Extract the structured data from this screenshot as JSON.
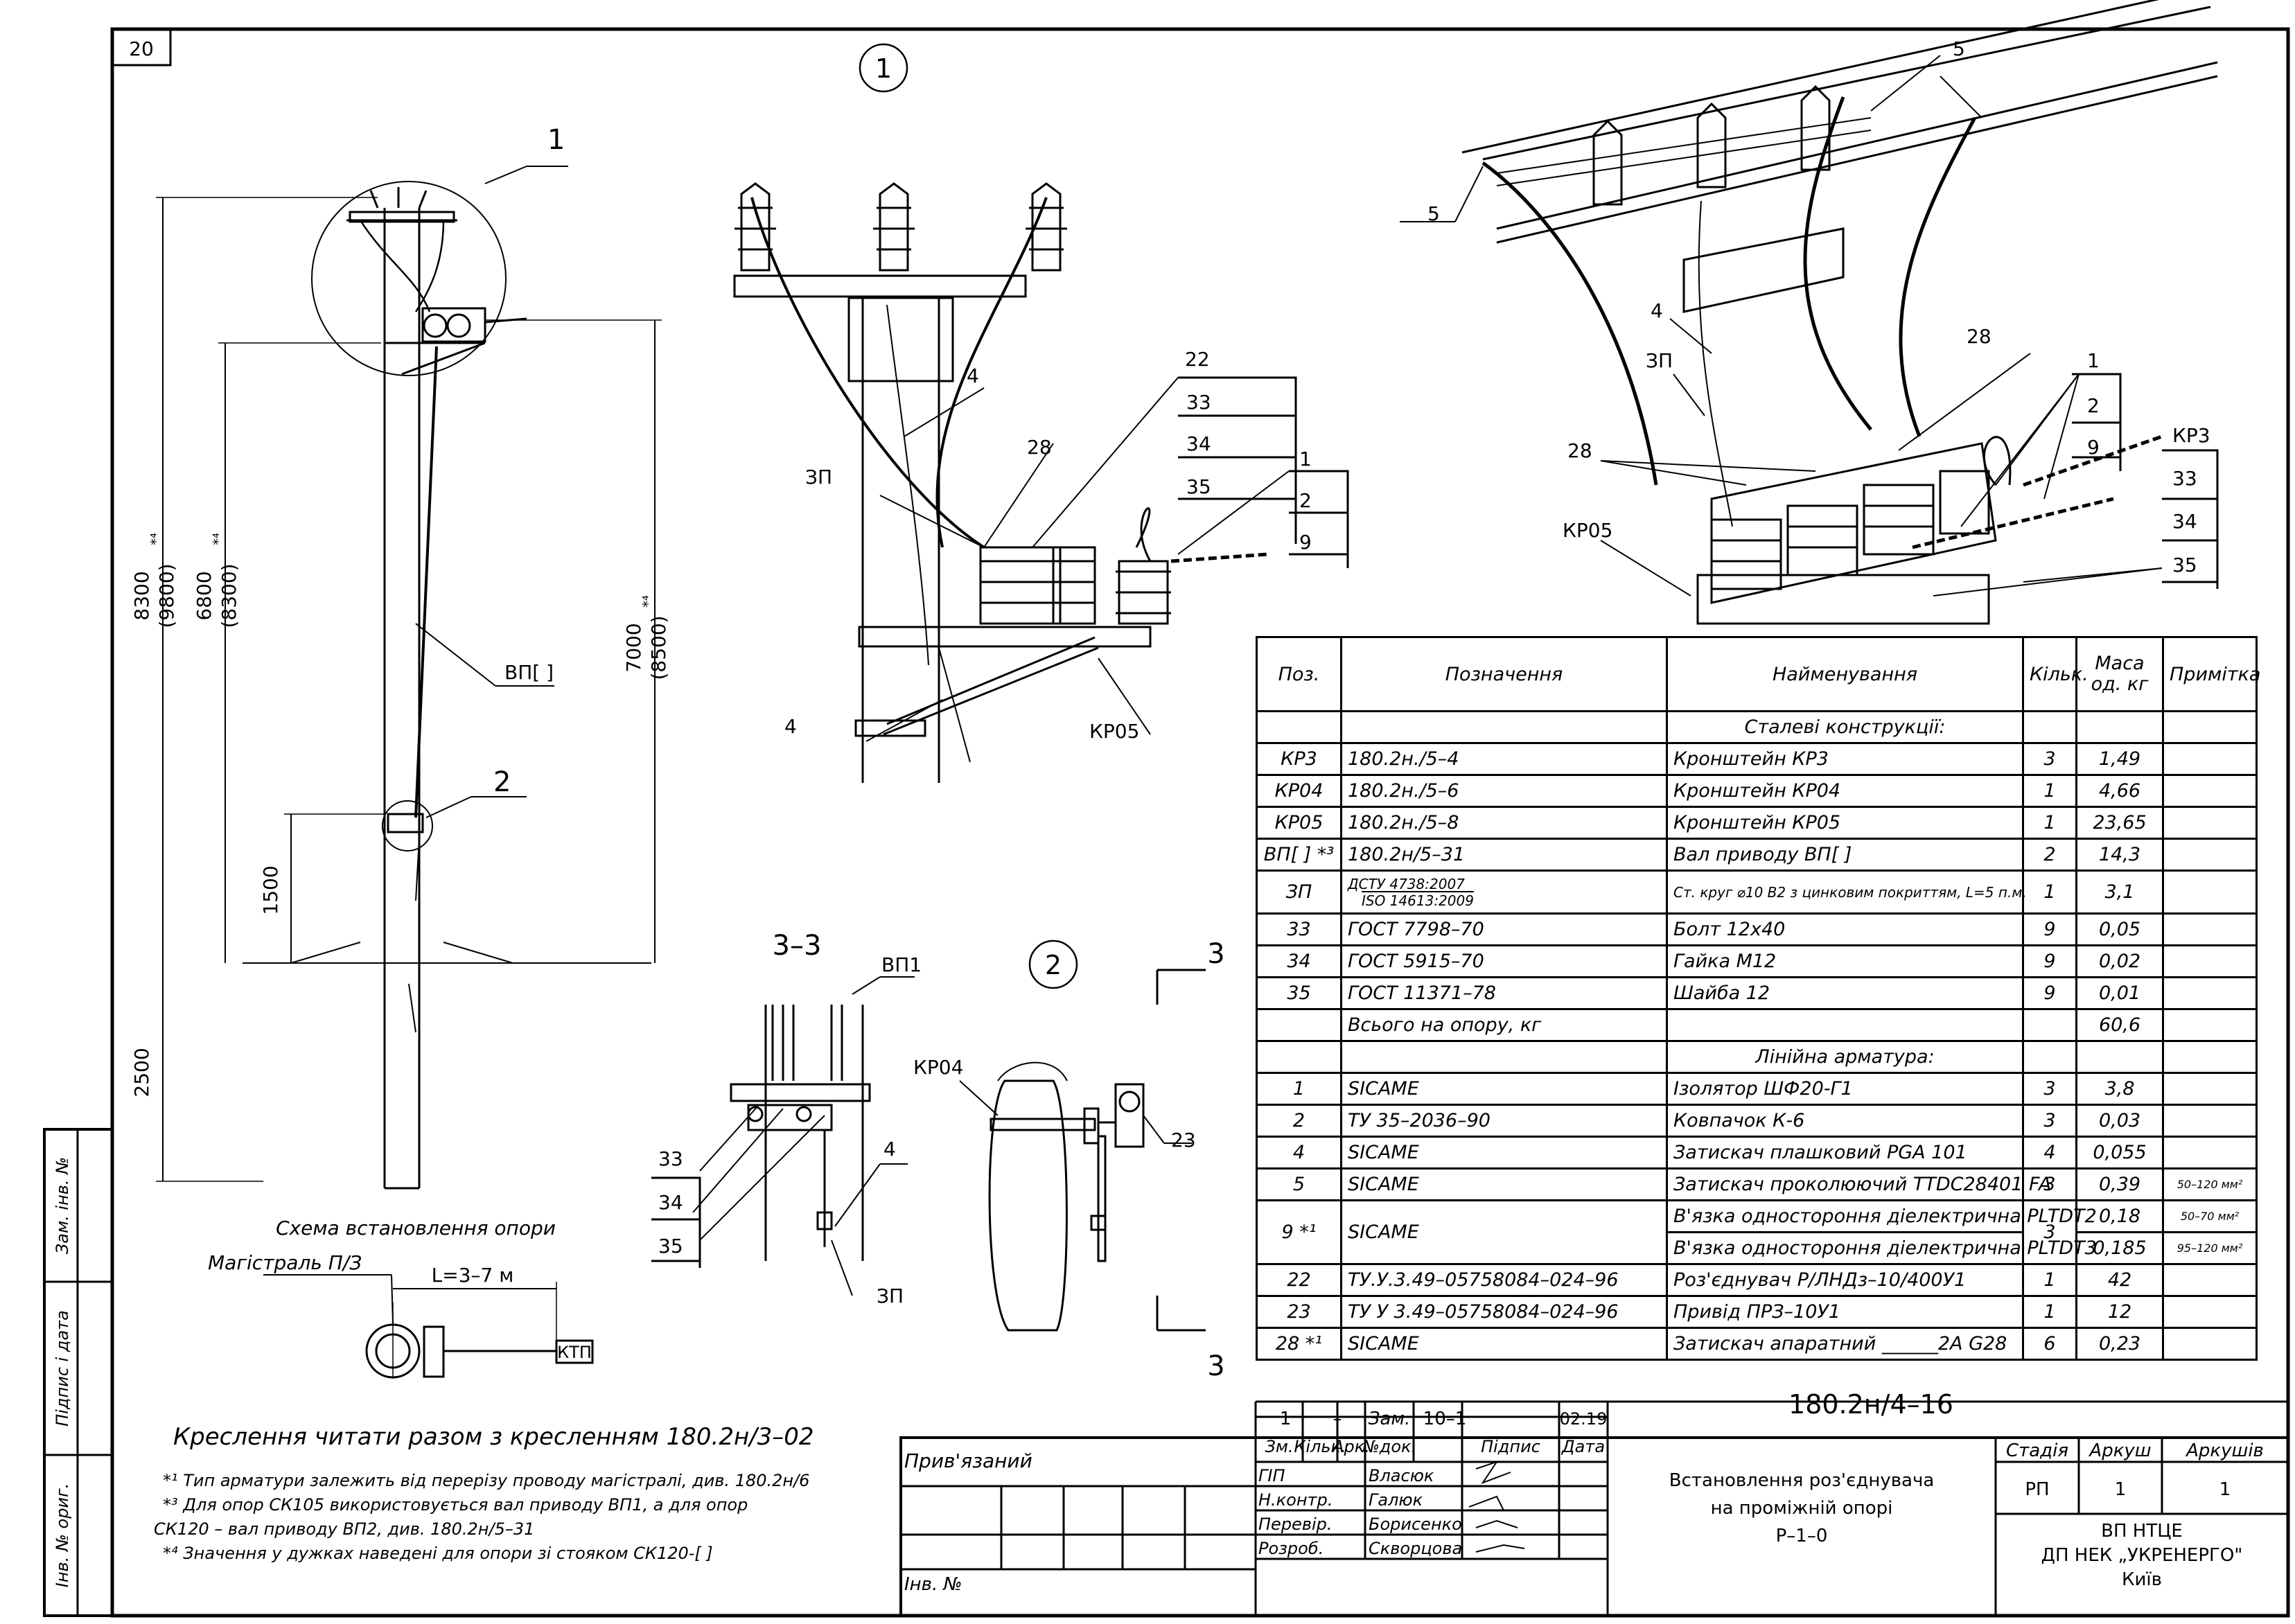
{
  "sheet": {
    "number": "20",
    "views": {
      "v1": "1",
      "v2": "2",
      "section": "3–3",
      "cut_mark": "3"
    },
    "scheme_title": "Схема встановлення опори",
    "line_label": "Магістраль П/З",
    "distance_label": "L=3–7 м",
    "ktp_label": "КТП",
    "note_main": "Креслення читати разом з кресленням 180.2н/3–02",
    "notes": [
      "*¹ Тип арматури залежить від перерізу проводу магістралі, див. 180.2н/6",
      "*³ Для опор СК105 використовується вал приводу ВП1, а для опор",
      "СК120 – вал приводу ВП2, див. 180.2н/5–31",
      "*⁴ Значення у дужках наведені для опори зі стояком СК120-[ ]"
    ],
    "dims": {
      "d8300": "8300",
      "d9800": "(9800)",
      "d6800": "6800",
      "d8300b": "(8300)",
      "d7000": "7000",
      "d8500": "(8500)",
      "d1500": "1500",
      "d2500": "2500",
      "star4": "*⁴"
    },
    "callouts": {
      "c1": "1",
      "c2": "2",
      "c4": "4",
      "c5": "5",
      "c9": "9",
      "c22": "22",
      "c23": "23",
      "c28": "28",
      "c33": "33",
      "c34": "34",
      "c35": "35",
      "vp": "ВП[ ]",
      "vp1": "ВП1",
      "zp": "ЗП",
      "kr3": "КР3",
      "kr04": "КР04",
      "kr05": "КР05"
    },
    "side_stamp": [
      "Зам. інв. №",
      "Підпис і дата",
      "Інв. № ориг."
    ]
  },
  "spec_table": {
    "headers": [
      "Поз.",
      "Позначення",
      "Найменування",
      "Кільк.",
      "Маса од. кг",
      "Примітка"
    ],
    "section_steel": "Сталеві конструкції:",
    "section_line": "Лінійна арматура:",
    "rows_steel": [
      {
        "pos": "КР3",
        "code": "180.2н./5–4",
        "name": "Кронштейн КР3",
        "qty": "3",
        "mass": "1,49",
        "note": ""
      },
      {
        "pos": "КР04",
        "code": "180.2н./5–6",
        "name": "Кронштейн КР04",
        "qty": "1",
        "mass": "4,66",
        "note": ""
      },
      {
        "pos": "КР05",
        "code": "180.2н./5–8",
        "name": "Кронштейн КР05",
        "qty": "1",
        "mass": "23,65",
        "note": ""
      },
      {
        "pos": "ВП[ ] *³",
        "code": "180.2н/5–31",
        "name": "Вал приводу ВП[ ]",
        "qty": "2",
        "mass": "14,3",
        "note": ""
      }
    ],
    "row_zp": {
      "pos": "ЗП",
      "code1": "ДСТУ 4738:2007",
      "code2": "ISO 14613:2009",
      "name": "Ст. круг ⌀10 В2 з цинковим покриттям, L=5 п.м.",
      "qty": "1",
      "mass": "3,1"
    },
    "rows_fasteners": [
      {
        "pos": "33",
        "code": "ГОСТ 7798–70",
        "name": "Болт 12х40",
        "qty": "9",
        "mass": "0,05",
        "note": ""
      },
      {
        "pos": "34",
        "code": "ГОСТ 5915–70",
        "name": "Гайка М12",
        "qty": "9",
        "mass": "0,02",
        "note": ""
      },
      {
        "pos": "35",
        "code": "ГОСТ 11371–78",
        "name": "Шайба 12",
        "qty": "9",
        "mass": "0,01",
        "note": ""
      }
    ],
    "total": {
      "label": "Всього на опору, кг",
      "mass": "60,6"
    },
    "rows_line": [
      {
        "pos": "1",
        "code": "SICAME",
        "name": "Ізолятор ШФ20-Г1",
        "qty": "3",
        "mass": "3,8",
        "note": ""
      },
      {
        "pos": "2",
        "code": "ТУ 35–2036–90",
        "name": "Ковпачок К-6",
        "qty": "3",
        "mass": "0,03",
        "note": ""
      },
      {
        "pos": "4",
        "code": "SICAME",
        "name": "Затискач плашковий PGA 101",
        "qty": "4",
        "mass": "0,055",
        "note": ""
      },
      {
        "pos": "5",
        "code": "SICAME",
        "name": "Затискач проколюючий TTDC28401 FA",
        "qty": "3",
        "mass": "0,39",
        "note": "50–120 мм²"
      }
    ],
    "row_9": {
      "pos": "9 *¹",
      "code": "SICAME",
      "qty": "3",
      "name1": "В'язка одностороння діелектрична PLTDT2",
      "mass1": "0,18",
      "note1": "50–70 мм²",
      "name2": "В'язка одностороння діелектрична PLTDT3",
      "mass2": "0,185",
      "note2": "95–120 мм²"
    },
    "rows_tail": [
      {
        "pos": "22",
        "code": "ТУ.У.3.49–05758084–024–96",
        "name": "Роз'єднувач Р/ЛНДз–10/400У1",
        "qty": "1",
        "mass": "42",
        "note": ""
      },
      {
        "pos": "23",
        "code": "ТУ У 3.49–05758084–024–96",
        "name": "Привід ПРЗ–10У1",
        "qty": "1",
        "mass": "12",
        "note": ""
      },
      {
        "pos": "28 *¹",
        "code": "SICAME",
        "name": "Затискач апаратний ______2А G28",
        "qty": "6",
        "mass": "0,23",
        "note": ""
      }
    ]
  },
  "title_block": {
    "doc_code": "180.2н/4–16",
    "rev": {
      "num": "1",
      "dash": "–",
      "type": "Зам.",
      "doc": "10–1",
      "date": "02.19"
    },
    "col_headers": [
      "Зм.",
      "Кільк.",
      "Арк.",
      "№док.",
      "Підпис",
      "Дата"
    ],
    "privyazaniy": "Прив'язаний",
    "inv": "Інв. №",
    "roles": [
      {
        "role": "ГІП",
        "name": "Власюк"
      },
      {
        "role": "Н.контр.",
        "name": "Галюк"
      },
      {
        "role": "Перевір.",
        "name": "Борисенко"
      },
      {
        "role": "Розроб.",
        "name": "Скворцова"
      }
    ],
    "title_lines": [
      "Встановлення роз'єднувача",
      "на проміжній опорі",
      "Р–1–0"
    ],
    "stage_headers": [
      "Стадія",
      "Аркуш",
      "Аркушів"
    ],
    "stage_values": [
      "РП",
      "1",
      "1"
    ],
    "org_lines": [
      "ВП НТЦЕ",
      "ДП НЕК „УКРЕНЕРГО\"",
      "Київ"
    ]
  }
}
